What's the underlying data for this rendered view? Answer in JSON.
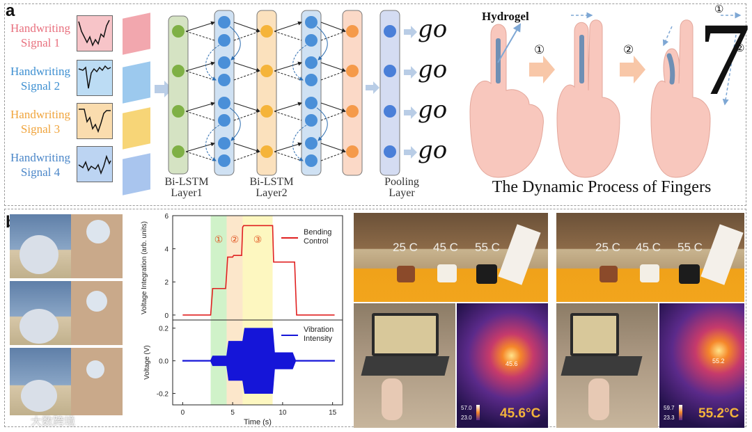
{
  "panel_a": {
    "label": "a",
    "signals": [
      "Handwriting Signal 1",
      "Handwriting Signal 2",
      "Handwriting Signal 3",
      "Handwriting Signal 4"
    ],
    "signal_colors": [
      "#e8707e",
      "#3d8fd1",
      "#f0a43c",
      "#4a86c8"
    ],
    "layers": {
      "bilstm1": "Bi-LSTM Layer1",
      "bilstm2": "Bi-LSTM Layer2",
      "pooling": "Pooling Layer"
    },
    "outputs": [
      "go",
      "go",
      "go",
      "go"
    ],
    "hydrogel_label": "Hydrogel",
    "step1": "①",
    "step2": "②",
    "seven": "7",
    "seven_step1": "①",
    "seven_step2": "②",
    "fingers_title": "The Dynamic Process of Fingers"
  },
  "panel_b": {
    "label": "b",
    "bending_chart": {
      "type": "line",
      "ylabel": "Voltage Integration (arb. units)",
      "legend": "Bending Control",
      "y_ticks": [
        "0",
        "2",
        "4",
        "6"
      ],
      "ylim": [
        -0.3,
        6
      ],
      "xlim": [
        -1,
        16
      ],
      "regions": [
        "①",
        "②",
        "③"
      ],
      "region_ranges": [
        [
          2.8,
          4.4
        ],
        [
          4.4,
          6.0
        ],
        [
          6.0,
          9.0
        ]
      ],
      "series_color": "#e02020"
    },
    "vibration_chart": {
      "type": "line",
      "ylabel": "Voltage (V)",
      "legend": "Vibration Intensity",
      "y_ticks": [
        "0.2",
        "0.0",
        "-0.2"
      ],
      "x_ticks": [
        "0",
        "5",
        "10",
        "15"
      ],
      "xlabel": "Time (s)",
      "ylim": [
        -0.27,
        0.25
      ],
      "xlim": [
        -1,
        16
      ],
      "series_color": "#1515d8"
    },
    "cup_temps": [
      "25 C",
      "45 C",
      "55 C"
    ],
    "thermal_1": {
      "reading": "45.6°C",
      "spot": "45.6",
      "scale_hi": "57.0",
      "scale_lo": "23.0"
    },
    "thermal_2": {
      "reading": "55.2°C",
      "spot": "55.2",
      "scale_hi": "59.7",
      "scale_lo": "23.3"
    }
  },
  "watermark": "大数跨境"
}
